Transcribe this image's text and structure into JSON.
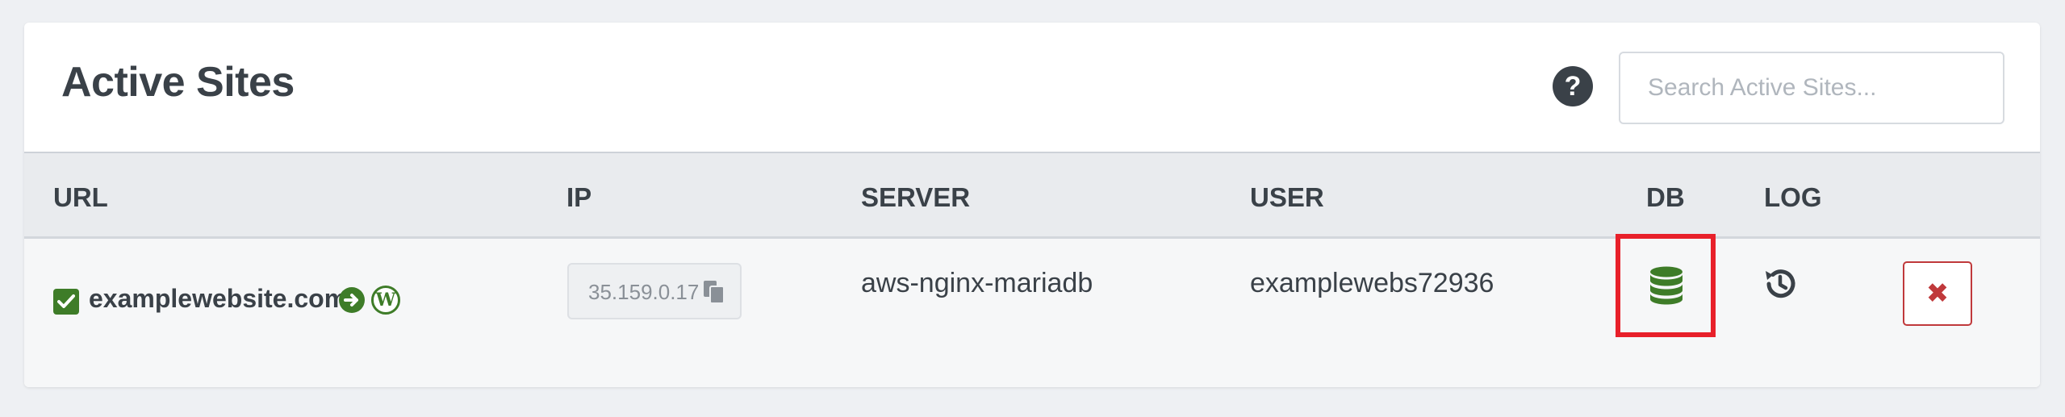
{
  "header": {
    "title": "Active Sites",
    "help_icon": "question-circle-icon",
    "search": {
      "placeholder": "Search Active Sites...",
      "value": ""
    }
  },
  "table": {
    "columns": [
      "URL",
      "IP",
      "SERVER",
      "USER",
      "DB",
      "LOG"
    ],
    "rows": [
      {
        "checked": true,
        "url": "examplewebsite.com",
        "ip": "35.159.0.17",
        "server": "aws-nginx-mariadb",
        "user": "examplewebs72936",
        "db_icon": "database-icon",
        "log_icon": "history-icon",
        "delete_glyph": "✖"
      }
    ]
  },
  "colors": {
    "accent_green": "#3e7c28",
    "danger_red": "#c0393b",
    "highlight_red": "#e8202a"
  }
}
